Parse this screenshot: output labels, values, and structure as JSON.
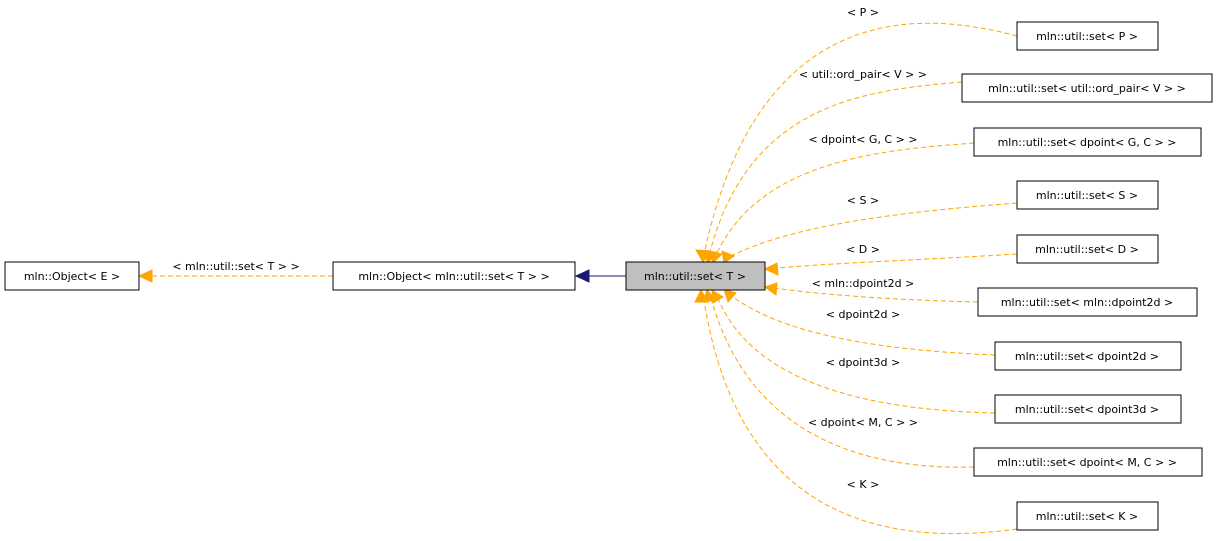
{
  "nodes": {
    "object_e": "mln::Object< E >",
    "object_set": "mln::Object< mln::util::set< T > >",
    "set_t": "mln::util::set< T >",
    "set_p": "mln::util::set< P >",
    "set_ordpair": "mln::util::set< util::ord_pair< V > >",
    "set_dpoint_gc": "mln::util::set< dpoint< G, C > >",
    "set_s": "mln::util::set< S >",
    "set_d": "mln::util::set< D >",
    "set_dpoint2d_mln": "mln::util::set< mln::dpoint2d >",
    "set_dpoint2d": "mln::util::set< dpoint2d >",
    "set_dpoint3d": "mln::util::set< dpoint3d >",
    "set_dpoint_mc": "mln::util::set< dpoint< M, C > >",
    "set_k": "mln::util::set< K >"
  },
  "edge_labels": {
    "object_e": "< mln::util::set< T > >",
    "set_p": "< P >",
    "set_ordpair": "< util::ord_pair< V > >",
    "set_dpoint_gc": "< dpoint< G, C > >",
    "set_s": "< S >",
    "set_d": "< D >",
    "set_dpoint2d_mln": "< mln::dpoint2d >",
    "set_dpoint2d": "< dpoint2d >",
    "set_dpoint3d": "< dpoint3d >",
    "set_dpoint_mc": "< dpoint< M, C > >",
    "set_k": "< K >"
  },
  "colors": {
    "template_edge": "#ffa500",
    "inheritance_edge": "#191970",
    "highlight_fill": "#bfbfbf"
  }
}
